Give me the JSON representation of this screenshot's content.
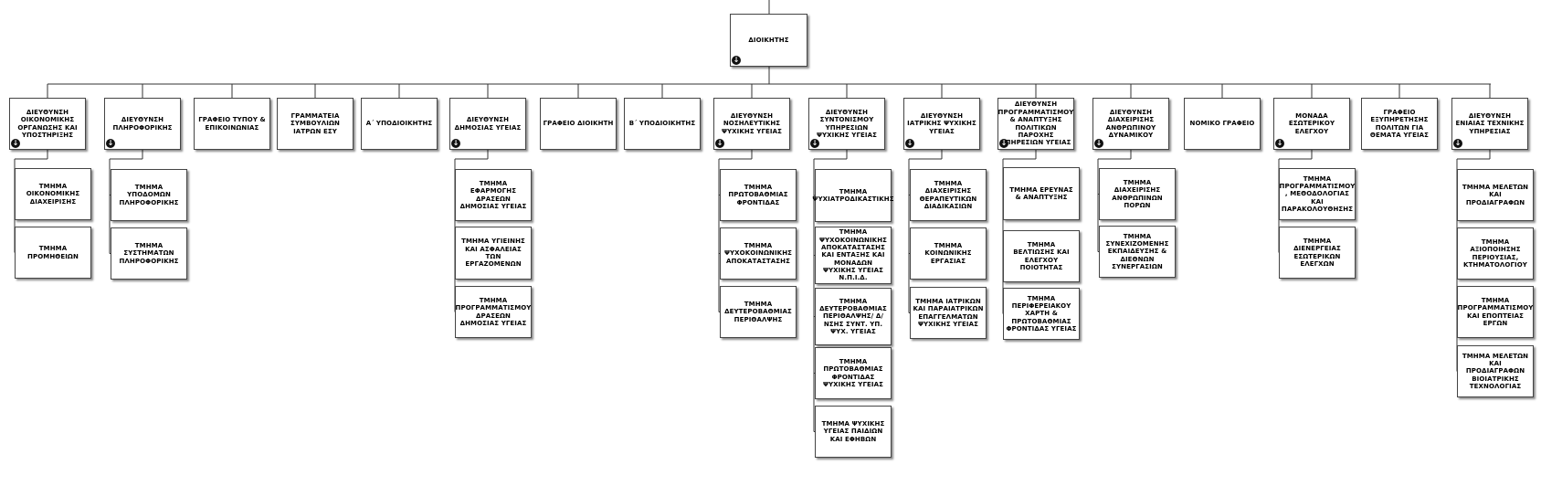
{
  "colors": {
    "line": "#333333",
    "box_border": "#444444",
    "expand_icon": "#111111"
  },
  "top": {
    "label": "ΔΙΟΙΚΗΤΗΣ",
    "expand": true
  },
  "units": [
    {
      "label": "ΔΙΕΥΘΥΝΣΗ ΟΙΚΟΝΟΜΙΚΗΣ ΟΡΓΑΝΩΣΗΣ ΚΑΙ ΥΠΟΣΤΗΡΙΞΗΣ",
      "expand": true,
      "children": [
        "ΤΜΗΜΑ ΟΙΚΟΝΟΜΙΚΗΣ ΔΙΑΧΕΙΡΙΣΗΣ",
        "ΤΜΗΜΑ ΠΡΟΜΗΘΕΙΩΝ"
      ]
    },
    {
      "label": "ΔΙΕΥΘΥΝΣΗ ΠΛΗΡΟΦΟΡΙΚΗΣ",
      "expand": true,
      "children": [
        "ΤΜΗΜΑ ΥΠΟΔΟΜΩΝ ΠΛΗΡΟΦΟΡΙΚΗΣ",
        "ΤΜΗΜΑ ΣΥΣΤΗΜΑΤΩΝ ΠΛΗΡΟΦΟΡΙΚΗΣ"
      ]
    },
    {
      "label": "ΓΡΑΦΕΙΟ ΤΥΠΟΥ & ΕΠΙΚΟΙΝΩΝΙΑΣ",
      "expand": false,
      "children": []
    },
    {
      "label": "ΓΡΑΜΜΑΤΕΙΑ ΣΥΜΒΟΥΛΙΩΝ ΙΑΤΡΩΝ ΕΣΥ",
      "expand": false,
      "children": []
    },
    {
      "label": "Α΄ ΥΠΟΔΙΟΙΚΗΤΗΣ",
      "expand": false,
      "children": []
    },
    {
      "label": "ΔΙΕΥΘΥΝΣΗ ΔΗΜΟΣΙΑΣ ΥΓΕΙΑΣ",
      "expand": true,
      "children": [
        "ΤΜΗΜΑ ΕΦΑΡΜΟΓΗΣ ΔΡΑΣΕΩΝ ΔΗΜΟΣΙΑΣ ΥΓΕΙΑΣ",
        "ΤΜΗΜΑ ΥΓΙΕΙΝΗΣ ΚΑΙ ΑΣΦΑΛΕΙΑΣ ΤΩΝ ΕΡΓΑΖΟΜΕΝΩΝ",
        "ΤΜΗΜΑ ΠΡΟΓΡΑΜΜΑΤΙΣΜΟΥ ΔΡΑΣΕΩΝ ΔΗΜΟΣΙΑΣ ΥΓΕΙΑΣ"
      ]
    },
    {
      "label": "ΓΡΑΦΕΙΟ ΔΙΟΙΚΗΤΗ",
      "expand": false,
      "children": []
    },
    {
      "label": "Β΄ ΥΠΟΔΙΟΙΚΗΤΗΣ",
      "expand": false,
      "children": []
    },
    {
      "label": "ΔΙΕΥΘΥΝΣΗ ΝΟΣΗΛΕΥΤΙΚΗΣ ΨΥΧΙΚΗΣ ΥΓΕΙΑΣ",
      "expand": true,
      "children": [
        "ΤΜΗΜΑ ΠΡΩΤΟΒΑΘΜΙΑΣ ΦΡΟΝΤΙΔΑΣ",
        "ΤΜΗΜΑ ΨΥΧΟΚΟΙΝΩΝΙΚΗΣ ΑΠΟΚΑΤΑΣΤΑΣΗΣ",
        "ΤΜΗΜΑ ΔΕΥΤΕΡΟΒΑΘΜΙΑΣ ΠΕΡΙΘΑΛΨΗΣ"
      ]
    },
    {
      "label": "ΔΙΕΥΘΥΝΣΗ ΣΥΝΤΟΝΙΣΜΟΥ ΥΠΗΡΕΣΙΩΝ ΨΥΧΙΚΗΣ ΥΓΕΙΑΣ",
      "expand": true,
      "children": [
        "ΤΜΗΜΑ ΨΥΧΙΑΤΡΟΔΙΚΑΣΤΙΚΗΣ",
        "ΤΜΗΜΑ ΨΥΧΟΚΟΙΝΩΝΙΚΗΣ ΑΠΟΚΑΤΑΣΤΑΣΗΣ ΚΑΙ ΕΝΤΑΞΗΣ ΚΑΙ ΜΟΝΑΔΩΝ ΨΥΧΙΚΗΣ ΥΓΕΙΑΣ Ν.Π.Ι.Δ.",
        "ΤΜΗΜΑ ΔΕΥΤΕΡΟΒΑΘΜΙΑΣ ΠΕΡΙΘΑΛΨΗΣ/ Δ/ΝΣΗΣ ΣΥΝΤ. ΥΠ. ΨΥΧ. ΥΓΕΙΑΣ",
        "ΤΜΗΜΑ ΠΡΩΤΟΒΑΘΜΙΑΣ ΦΡΟΝΤΙΔΑΣ ΨΥΧΙΚΗΣ ΥΓΕΙΑΣ",
        "ΤΜΗΜΑ ΨΥΧΙΚΗΣ ΥΓΕΙΑΣ ΠΑΙΔΙΩΝ ΚΑΙ ΕΦΗΒΩΝ"
      ]
    },
    {
      "label": "ΔΙΕΥΘΥΝΣΗ ΙΑΤΡΙΚΗΣ ΨΥΧΙΚΗΣ ΥΓΕΙΑΣ",
      "expand": true,
      "children": [
        "ΤΜΗΜΑ ΔΙΑΧΕΙΡΙΣΗΣ ΘΕΡΑΠΕΥΤΙΚΩΝ ΔΙΑΔΙΚΑΣΙΩΝ",
        "ΤΜΗΜΑ ΚΟΙΝΩΝΙΚΗΣ ΕΡΓΑΣΙΑΣ",
        "ΤΜΗΜΑ ΙΑΤΡΙΚΩΝ ΚΑΙ ΠΑΡΑΙΑΤΡΙΚΩΝ ΕΠΑΓΓΕΛΜΑΤΩΝ ΨΥΧΙΚΗΣ ΥΓΕΙΑΣ"
      ]
    },
    {
      "label": "ΔΙΕΥΘΥΝΣΗ ΠΡΟΓΡΑΜΜΑΤΙΣΜΟΥ & ΑΝΑΠΤΥΞΗΣ ΠΟΛΙΤΙΚΩΝ ΠΑΡΟΧΗΣ ΥΠΗΡΕΣΙΩΝ ΥΓΕΙΑΣ",
      "expand": true,
      "children": [
        "ΤΜΗΜΑ ΕΡΕΥΝΑΣ & ΑΝΑΠΤΥΞΗΣ",
        "ΤΜΗΜΑ ΒΕΛΤΙΩΣΗΣ ΚΑΙ ΕΛΕΓΧΟΥ ΠΟΙΟΤΗΤΑΣ",
        "ΤΜΗΜΑ ΠΕΡΙΦΕΡΕΙΑΚΟΥ ΧΑΡΤΗ & ΠΡΩΤΟΒΑΘΜΙΑΣ ΦΡΟΝΤΙΔΑΣ ΥΓΕΙΑΣ"
      ]
    },
    {
      "label": "ΔΙΕΥΘΥΝΣΗ ΔΙΑΧΕΙΡΙΣΗΣ ΑΝΘΡΩΠΙΝΟΥ ΔΥΝΑΜΙΚΟΥ",
      "expand": true,
      "children": [
        "ΤΜΗΜΑ ΔΙΑΧΕΙΡΙΣΗΣ ΑΝΘΡΩΠΙΝΩΝ ΠΟΡΩΝ",
        "ΤΜΗΜΑ ΣΥΝΕΧΙΖΟΜΕΝΗΣ ΕΚΠΑΙΔΕΥΣΗΣ & ΔΙΕΘΝΩΝ ΣΥΝΕΡΓΑΣΙΩΝ"
      ]
    },
    {
      "label": "ΝΟΜΙΚΟ ΓΡΑΦΕΙΟ",
      "expand": false,
      "children": []
    },
    {
      "label": "ΜΟΝΑΔΑ ΕΣΩΤΕΡΙΚΟΥ ΕΛΕΓΧΟΥ",
      "expand": true,
      "children": [
        "ΤΜΗΜΑ ΠΡΟΓΡΑΜΜΑΤΙΣΜΟΥ , ΜΕΘΟΔΟΛΟΓΙΑΣ ΚΑΙ ΠΑΡΑΚΟΛΟΥΘΗΣΗΣ",
        "ΤΜΗΜΑ ΔΙΕΝΕΡΓΕΙΑΣ ΕΣΩΤΕΡΙΚΩΝ ΕΛΕΓΧΩΝ"
      ]
    },
    {
      "label": "ΓΡΑΦΕΙΟ ΕΞΥΠΗΡΕΤΗΣΗΣ ΠΟΛΙΤΩΝ ΓΙΑ ΘΕΜΑΤΑ ΥΓΕΙΑΣ",
      "expand": false,
      "children": []
    },
    {
      "label": "ΔΙΕΥΘΥΝΣΗ ΕΝΙΑΙΑΣ ΤΕΧΝΙΚΗΣ ΥΠΗΡΕΣΙΑΣ",
      "expand": true,
      "children": [
        "ΤΜΗΜΑ ΜΕΛΕΤΩΝ ΚΑΙ ΠΡΟΔΙΑΓΡΑΦΩΝ",
        "ΤΜΗΜΑ ΑΞΙΟΠΟΙΗΣΗΣ ΠΕΡΙΟΥΣΙΑΣ, ΚΤΗΜΑΤΟΛΟΓΙΟΥ",
        "ΤΜΗΜΑ ΠΡΟΓΡΑΜΜΑΤΙΣΜΟΥ ΚΑΙ ΕΠΟΠΤΕΙΑΣ ΕΡΓΩΝ",
        "ΤΜΗΜΑ ΜΕΛΕΤΩΝ ΚΑΙ ΠΡΟΔΙΑΓΡΑΦΩΝ ΒΙΟΙΑΤΡΙΚΗΣ ΤΕΧΝΟΛΟΓΙΑΣ"
      ]
    }
  ]
}
